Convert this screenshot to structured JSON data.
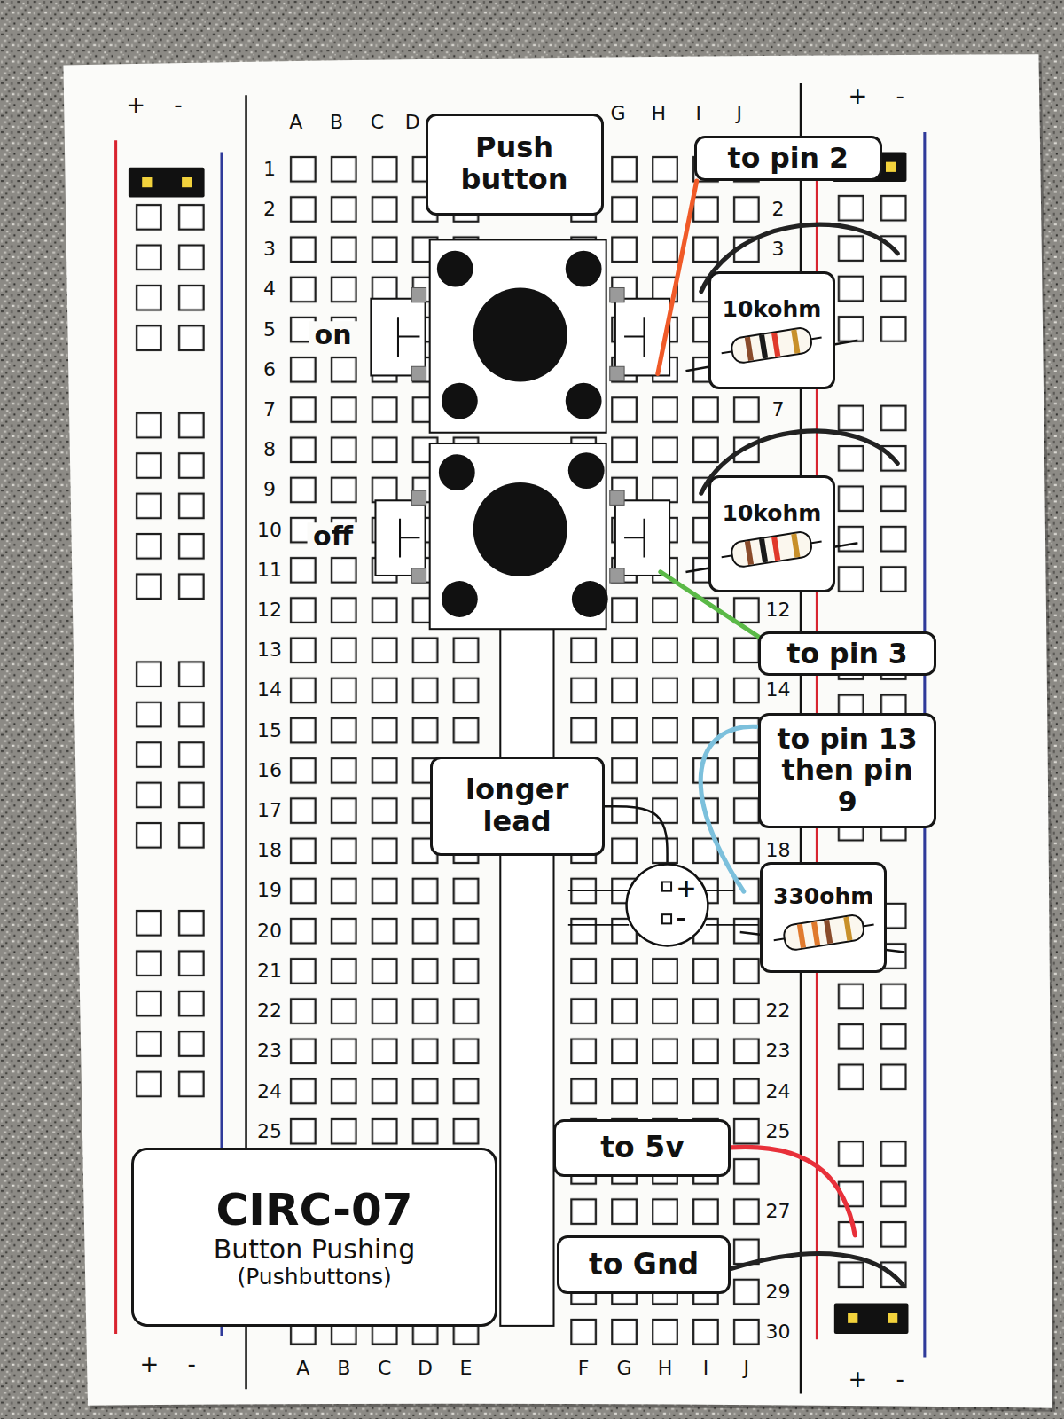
{
  "diagram": {
    "nodes": [
      {
        "text": [
          "Push button"
        ]
      },
      {
        "text": [
          "to pin 2"
        ]
      },
      {
        "text": [
          "10kohm"
        ]
      },
      {
        "text": [
          "10kohm"
        ]
      },
      {
        "text": [
          "to pin 3"
        ]
      },
      {
        "text": [
          "to pin 13 then pin 9"
        ]
      },
      {
        "text": [
          "longer lead"
        ]
      },
      {
        "text": [
          "+",
          "-"
        ]
      },
      {
        "text": [
          "330ohm"
        ]
      },
      {
        "text": [
          "to 5v"
        ]
      },
      {
        "text": [
          "to Gnd"
        ]
      },
      {
        "text": [
          "CIRC-07",
          "Button Pushing",
          "(Pushbuttons)"
        ]
      }
    ],
    "edges": [
      {
        "from": 6,
        "to": 7,
        "arrow": "none"
      }
    ],
    "labels": [
      "+",
      "-",
      "A",
      "B",
      "C",
      "D",
      "G",
      "H",
      "I",
      "J",
      "+",
      "-",
      "1",
      "2",
      "3",
      "4",
      "5",
      "6",
      "7",
      "8",
      "9",
      "10",
      "11",
      "12",
      "13",
      "14",
      "15",
      "16",
      "17",
      "18",
      "19",
      "20",
      "21",
      "22",
      "23",
      "24",
      "25",
      "2",
      "3",
      "7",
      "12",
      "14",
      "18",
      "22",
      "23",
      "24",
      "25",
      "27",
      "29",
      "30",
      "on",
      "off",
      "+",
      "-",
      "A",
      "B",
      "C",
      "D",
      "E",
      "F",
      "G",
      "H",
      "I",
      "J",
      "+",
      "-"
    ]
  }
}
